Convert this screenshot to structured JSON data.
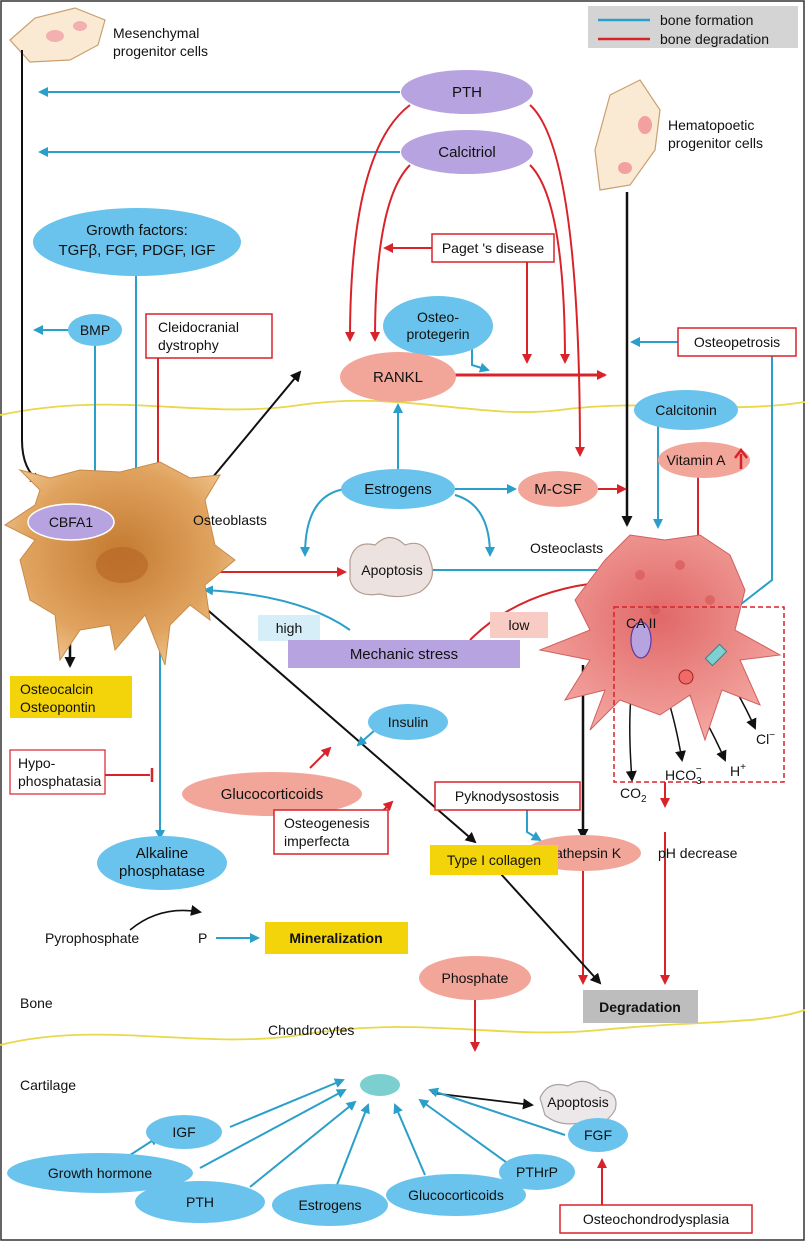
{
  "legend": {
    "items": [
      {
        "label": "bone formation",
        "color": "#2a9fc9"
      },
      {
        "label": "bone degradation",
        "color": "#d8232a"
      }
    ]
  },
  "colors": {
    "formation_arrow": "#2a9fc9",
    "degradation_arrow": "#d8232a",
    "black_arrow": "#111111",
    "blue_oval": "#69c3ec",
    "purple_oval": "#b7a3df",
    "salmon_oval": "#f2a69a",
    "yellow_box": "#f3d40a",
    "grey_box": "#bdbdbd",
    "boundary_line": "#e8d84a",
    "osteoblast": "#d8944a",
    "osteoclast": "#ec8f8f"
  },
  "cells": {
    "mesenchymal": "Mesenchymal progenitor cells",
    "hematopoetic": "Hematopoetic progenitor cells",
    "osteoblasts": "Osteoblasts",
    "osteoclasts": "Osteoclasts",
    "chondrocytes": "Chondrocytes"
  },
  "hormones": {
    "pth": "PTH",
    "calcitriol": "Calcitriol",
    "growth_factors_line1": "Growth factors:",
    "growth_factors_line2": "TGFβ,  FGF, PDGF, IGF",
    "bmp": "BMP",
    "osteoprotegerin_line1": "Osteo-",
    "osteoprotegerin_line2": "protegerin",
    "rankl": "RANKL",
    "calcitonin": "Calcitonin",
    "vitamin_a": "Vitamin A",
    "estrogens": "Estrogens",
    "mcsf": "M-CSF",
    "cbfa1": "CBFA1",
    "insulin": "Insulin",
    "glucocorticoids": "Glucocorticoids",
    "alkaline_line1": "Alkaline",
    "alkaline_line2": "phosphatase",
    "cathepsin": "Cathepsin K",
    "mechanic_stress": "Mechanic stress",
    "high": "high",
    "low": "low"
  },
  "diseases": {
    "pagets": "Paget 's disease",
    "cleido_line1": "Cleidocranial",
    "cleido_line2": "dystrophy",
    "osteopetrosis": "Osteopetrosis",
    "hypo_line1": "Hypo-",
    "hypo_line2": "phosphatasia",
    "oi_line1": "Osteogenesis",
    "oi_line2": "imperfecta",
    "pykno": "Pyknodysostosis",
    "osteochondro": "Osteochondrodysplasia"
  },
  "outcomes": {
    "osteocalcin_line1": "Osteocalcin",
    "osteocalcin_line2": "Osteopontin",
    "type1_collagen": "Type I collagen",
    "mineralization": "Mineralization",
    "degradation": "Degradation",
    "apoptosis": "Apoptosis",
    "ph_decrease": "pH decrease",
    "pyrophosphate": "Pyrophosphate",
    "p": "P"
  },
  "ions": {
    "ca2": "CA II",
    "cl": "Cl",
    "cl_sup": "−",
    "co2": "CO",
    "co2_sub": "2",
    "hco3": "HCO",
    "hco3_sub": "3",
    "hco3_sup": "−",
    "h": "H",
    "h_sup": "+"
  },
  "zones": {
    "bone": "Bone",
    "cartilage": "Cartilage"
  },
  "cartilage": {
    "phosphate": "Phosphate",
    "igf": "IGF",
    "growth_hormone": "Growth hormone",
    "pth": "PTH",
    "estrogens": "Estrogens",
    "glucocorticoids": "Glucocorticoids",
    "pthrp": "PTHrP",
    "fgf": "FGF",
    "apoptosis": "Apoptosis"
  }
}
